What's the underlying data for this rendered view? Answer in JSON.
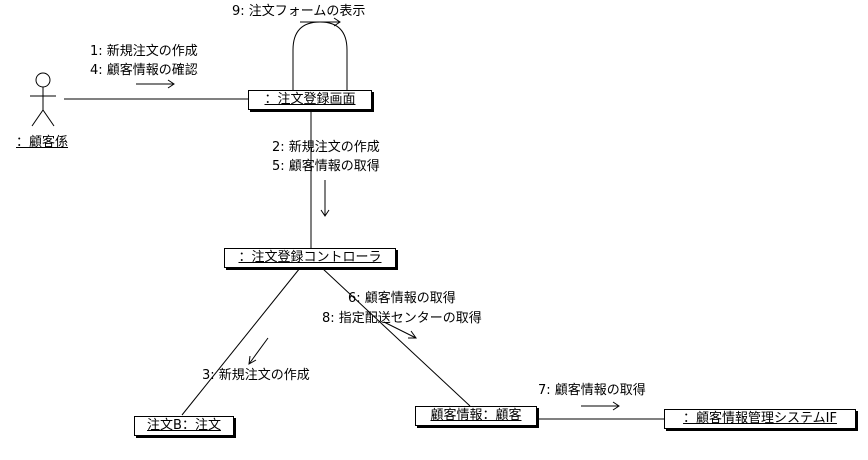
{
  "actor": {
    "label": "：顧客係"
  },
  "objects": {
    "order_screen": "：注文登録画面",
    "order_controller": "：注文登録コントローラ",
    "order_b": "注文B：注文",
    "customer_info": "顧客情報：顧客",
    "customer_system": "：顧客情報管理システムIF"
  },
  "messages": {
    "m1": "1: 新規注文の作成",
    "m4": "4: 顧客情報の確認",
    "m9": "9: 注文フォームの表示",
    "m2": "2: 新規注文の作成",
    "m5": "5: 顧客情報の取得",
    "m6": "6: 顧客情報の取得",
    "m8": "8: 指定配送センターの取得",
    "m3": "3: 新規注文の作成",
    "m7": "7: 顧客情報の取得"
  }
}
